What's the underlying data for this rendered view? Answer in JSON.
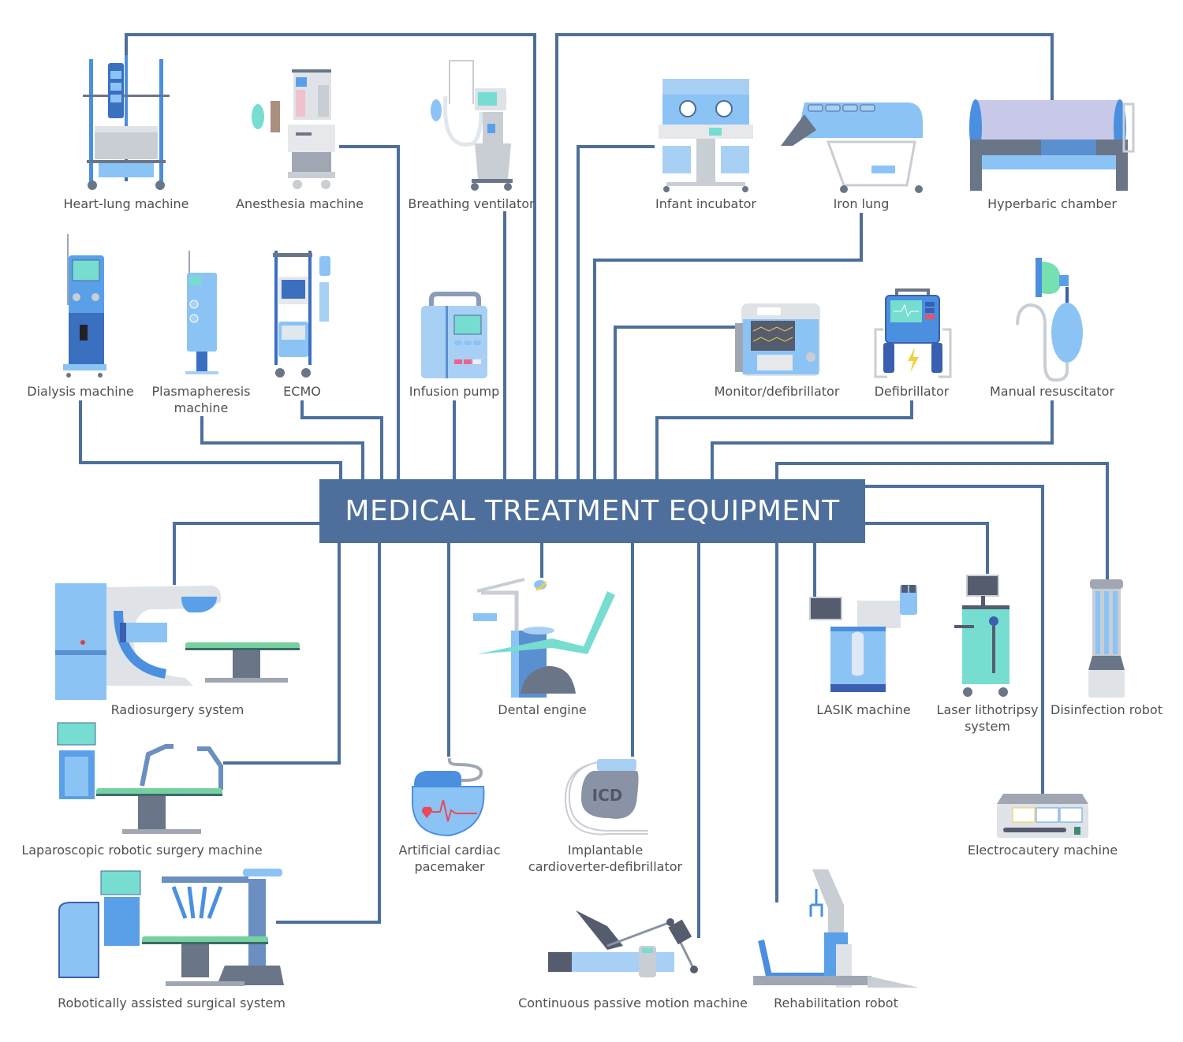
{
  "title": "MEDICAL TREATMENT EQUIPMENT",
  "colors": {
    "connector": "#4d6f9b",
    "hub_fill": "#4e6f9c",
    "hub_text": "#ffffff",
    "label_text": "#4f4f55",
    "equipment_blue": "#5aa0e8",
    "equipment_light_blue": "#a8d0f5",
    "equipment_teal": "#76ddd0",
    "equipment_gray": "#c9cdd4",
    "equipment_dark": "#6b7588"
  },
  "equipment": [
    {
      "id": "heart-lung",
      "label": "Heart-lung machine",
      "icon": "heart-lung-machine-icon"
    },
    {
      "id": "anesthesia",
      "label": "Anesthesia machine",
      "icon": "anesthesia-machine-icon"
    },
    {
      "id": "ventilator",
      "label": "Breathing ventilator",
      "icon": "breathing-ventilator-icon"
    },
    {
      "id": "incubator",
      "label": "Infant incubator",
      "icon": "infant-incubator-icon"
    },
    {
      "id": "iron-lung",
      "label": "Iron lung",
      "icon": "iron-lung-icon"
    },
    {
      "id": "hyperbaric",
      "label": "Hyperbaric chamber",
      "icon": "hyperbaric-chamber-icon"
    },
    {
      "id": "dialysis",
      "label": "Dialysis machine",
      "icon": "dialysis-machine-icon"
    },
    {
      "id": "plasmapheresis",
      "label": "Plasmapheresis\nmachine",
      "icon": "plasmapheresis-machine-icon"
    },
    {
      "id": "ecmo",
      "label": "ECMO",
      "icon": "ecmo-icon"
    },
    {
      "id": "infusion",
      "label": "Infusion pump",
      "icon": "infusion-pump-icon"
    },
    {
      "id": "monitor-defib",
      "label": "Monitor/defibrillator",
      "icon": "monitor-defibrillator-icon"
    },
    {
      "id": "defib",
      "label": "Defibrillator",
      "icon": "defibrillator-icon"
    },
    {
      "id": "resuscitator",
      "label": "Manual resuscitator",
      "icon": "manual-resuscitator-icon"
    },
    {
      "id": "radiosurgery",
      "label": "Radiosurgery system",
      "icon": "radiosurgery-system-icon"
    },
    {
      "id": "laparoscopic",
      "label": "Laparoscopic robotic surgery machine",
      "icon": "laparoscopic-robot-icon"
    },
    {
      "id": "robotic-surgical",
      "label": "Robotically assisted surgical system",
      "icon": "robotic-surgical-system-icon"
    },
    {
      "id": "dental",
      "label": "Dental engine",
      "icon": "dental-chair-icon"
    },
    {
      "id": "pacemaker",
      "label": "Artificial cardiac\npacemaker",
      "icon": "pacemaker-icon"
    },
    {
      "id": "icd",
      "label": "Implantable\ncardioverter-defibrillator",
      "icon": "icd-icon",
      "icon_text": "ICD"
    },
    {
      "id": "cpm",
      "label": "Continuous passive motion machine",
      "icon": "cpm-machine-icon"
    },
    {
      "id": "rehab",
      "label": "Rehabilitation robot",
      "icon": "rehabilitation-robot-icon"
    },
    {
      "id": "lasik",
      "label": "LASIK machine",
      "icon": "lasik-machine-icon"
    },
    {
      "id": "lithotripsy",
      "label": "Laser lithotripsy\nsystem",
      "icon": "laser-lithotripsy-icon"
    },
    {
      "id": "disinfection",
      "label": "Disinfection robot",
      "icon": "disinfection-robot-icon"
    },
    {
      "id": "electrocautery",
      "label": "Electrocautery machine",
      "icon": "electrocautery-machine-icon"
    }
  ]
}
